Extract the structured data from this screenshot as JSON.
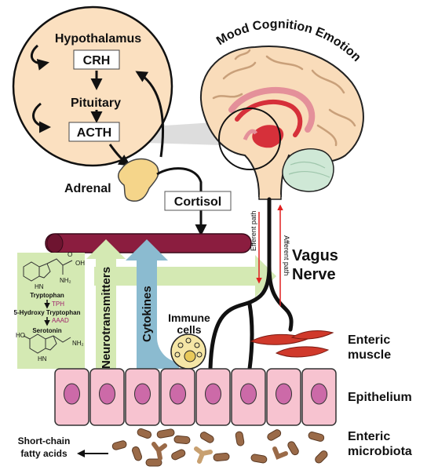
{
  "colors": {
    "hpa_fill": "#fbe0c0",
    "brain_fill": "#f9dcba",
    "limbic_red": "#d6303a",
    "cerebellum_green": "#cfe8d6",
    "vessel": "#8b1d3f",
    "pale_green": "#d4e9b3",
    "steel_blue": "#8bbbd0",
    "epithelium": "#f7c3d0",
    "nucleus": "#cc6aa8",
    "muscle": "#d0392b",
    "microbe": "#9a6a48",
    "adrenal": "#f5d58a"
  },
  "hpa": {
    "hypothalamus": "Hypothalamus",
    "crh": "CRH",
    "pituitary": "Pituitary",
    "acth": "ACTH"
  },
  "brain": {
    "title": "Mood Cognition Emotion"
  },
  "labels": {
    "adrenal": "Adrenal",
    "cortisol": "Cortisol",
    "vagus_line1": "Vagus",
    "vagus_line2": "Nerve",
    "efferent": "Efferent path",
    "afferent": "Afferent path",
    "neurotransmitters": "Neurotransmitters",
    "cytokines": "Cytokines",
    "immune_line1": "Immune",
    "immune_line2": "cells",
    "enteric_muscle_1": "Enteric",
    "enteric_muscle_2": "muscle",
    "epithelium": "Epithelium",
    "enteric_microbiota_1": "Enteric",
    "enteric_microbiota_2": "microbiota",
    "scfa_1": "Short-chain",
    "scfa_2": "fatty acids"
  },
  "pathway": {
    "tryptophan": "Tryptophan",
    "tph": "TPH",
    "hydroxy": "5-Hydroxy Tryptophan",
    "aaad": "AAAD",
    "serotonin": "Serotonin",
    "nh2": "NH₂",
    "oh": "OH",
    "o": "O",
    "hn": "HN",
    "ho": "HO",
    "hn2": "HN"
  }
}
